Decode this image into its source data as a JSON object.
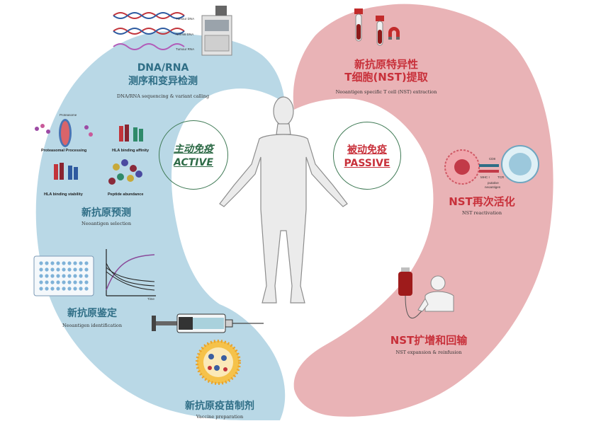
{
  "active": {
    "label_cn": "主动免疫",
    "label_en": "ACTIVE",
    "color": "#2e6b47"
  },
  "passive": {
    "label_cn": "被动免疫",
    "label_en": "PASSIVE",
    "color": "#c8303a"
  },
  "blue_steps": {
    "sequencing": {
      "title_line1": "DNA/RNA",
      "title_line2": "测序和变异检测",
      "subtitle": "DNA/RNA sequencing & variant calling"
    },
    "selection": {
      "title": "新抗原预测",
      "subtitle": "Neoantigen selection"
    },
    "identification": {
      "title": "新抗原鉴定",
      "subtitle": "Neoantigen identification"
    },
    "vaccine": {
      "title": "新抗原疫苗制剂",
      "subtitle": "Vaccine preparation"
    }
  },
  "red_steps": {
    "extraction": {
      "title_line1": "新抗原特异性",
      "title_line2": "T细胞(NST)提取",
      "subtitle": "Neoantigen specific T cell (NST) extraction"
    },
    "reactivation": {
      "title": "NST再次活化",
      "subtitle": "NST reactivation"
    },
    "expansion": {
      "title": "NST扩增和回输",
      "subtitle": "NST expansion & reinfusion"
    }
  },
  "dna_labels": [
    "Tumour DNA",
    "Normal DNA",
    "Tumour RNA"
  ],
  "prediction_labels": {
    "proteasomal": "Proteasomal Processing",
    "hla_affinity": "HLA binding affinity",
    "hla_stability": "HLA binding stability",
    "peptide": "Peptide abundance",
    "proteasome": "Proteasome"
  },
  "chart_axis": "Time",
  "reactivation_labels": {
    "cd8": "CD8",
    "mhc": "MHC I",
    "tcr": "TCR",
    "putative": "putative",
    "neoantigen": "neoantigen"
  },
  "colors": {
    "blue_region": "#b9d8e6",
    "red_region": "#e9b3b6",
    "blue_text": "#2f6e86",
    "red_text": "#c8303a"
  }
}
